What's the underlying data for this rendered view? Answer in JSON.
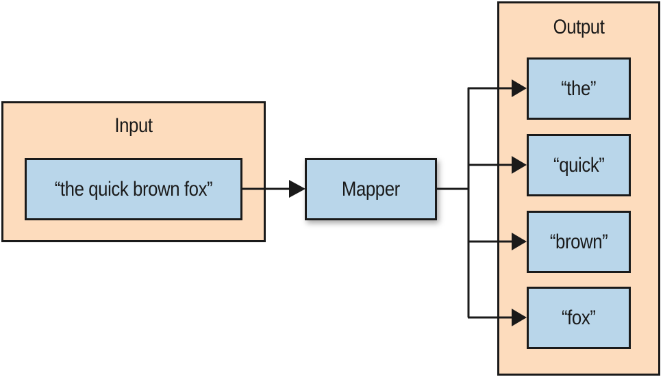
{
  "input": {
    "title": "Input",
    "record": "“the quick brown fox”"
  },
  "mapper": {
    "label": "Mapper"
  },
  "output": {
    "title": "Output",
    "items": [
      "“the”",
      "“quick”",
      "“brown”",
      "“fox”"
    ]
  },
  "colors": {
    "panel_fill": "#fddcbd",
    "node_fill": "#b9d6ea",
    "stroke": "#1a1a1a"
  }
}
